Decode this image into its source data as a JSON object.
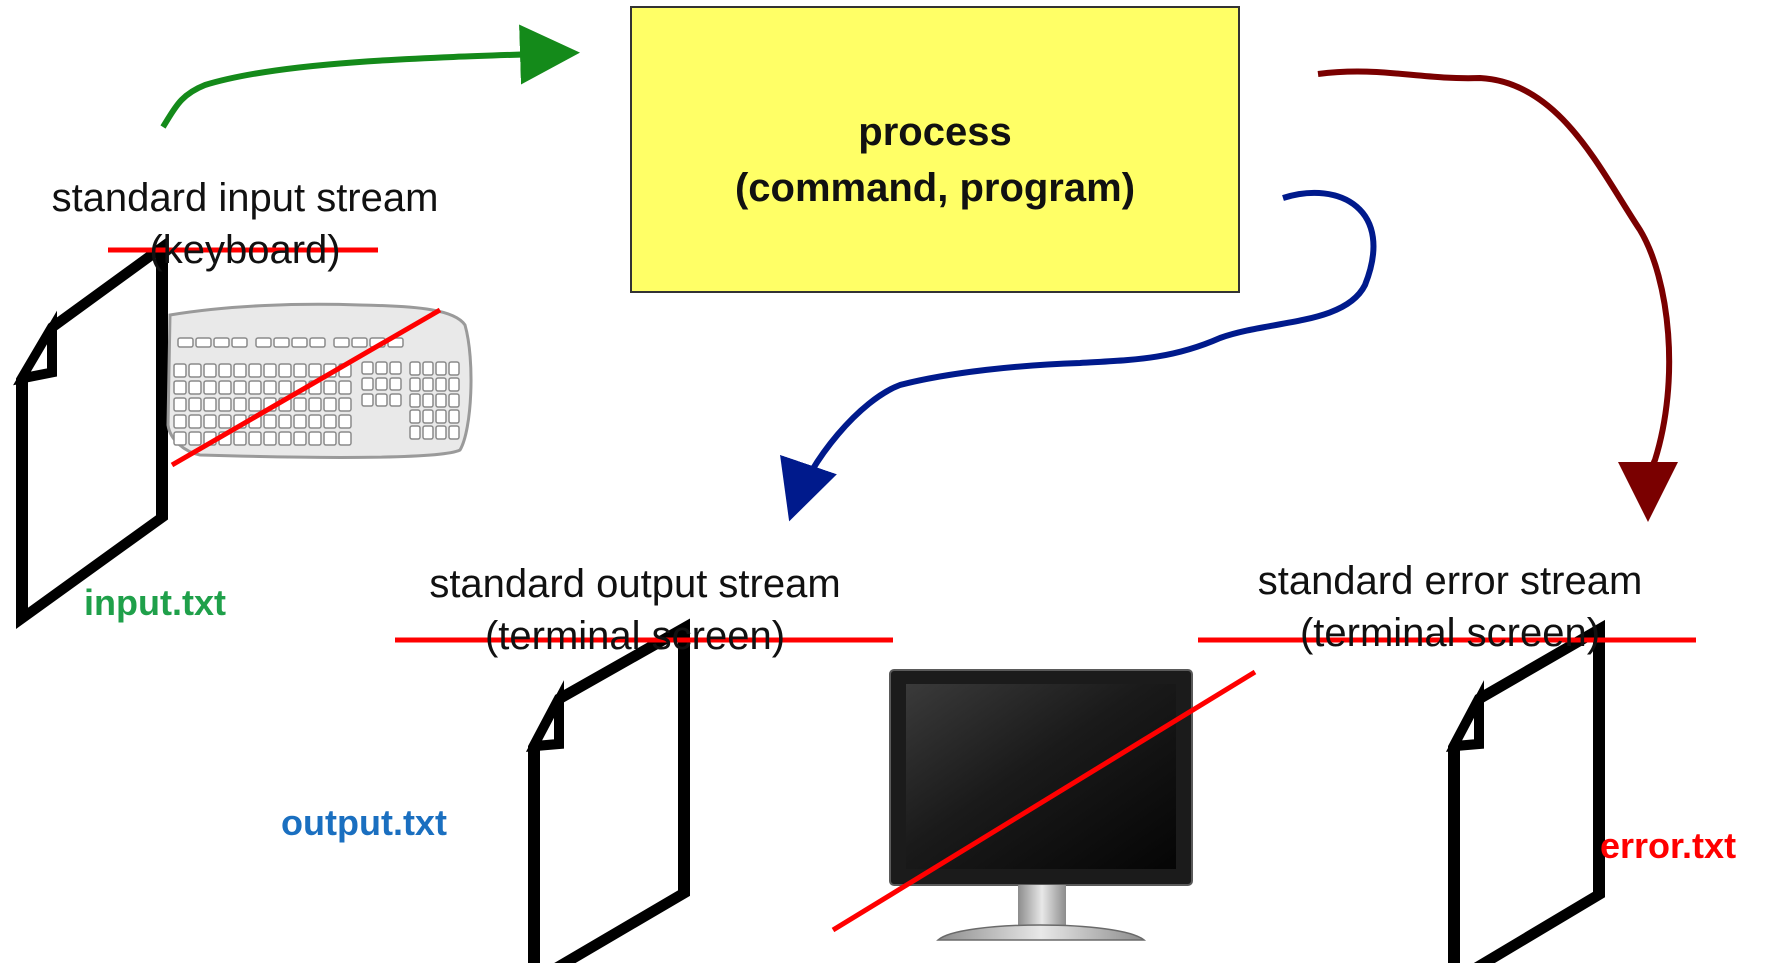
{
  "process": {
    "title": "process",
    "subtitle": "(command, program)"
  },
  "streams": {
    "input": {
      "label": "standard input stream",
      "default_device": "(keyboard)"
    },
    "output": {
      "label": "standard output stream",
      "default_device": "(terminal screen)"
    },
    "error": {
      "label": "standard error stream",
      "default_device": "(terminal screen)"
    }
  },
  "files": {
    "input": "input.txt",
    "output": "output.txt",
    "error": "error.txt"
  },
  "colors": {
    "process_fill": "#ffff66",
    "input_arrow": "#148a1a",
    "output_arrow": "#001a8c",
    "error_arrow": "#7a0000",
    "strike": "#ff0000",
    "input_file_label": "#1fa04a",
    "output_file_label": "#1a6fc0",
    "error_file_label": "#ff0000"
  },
  "icons": [
    "file-icon",
    "keyboard-icon",
    "monitor-icon"
  ]
}
